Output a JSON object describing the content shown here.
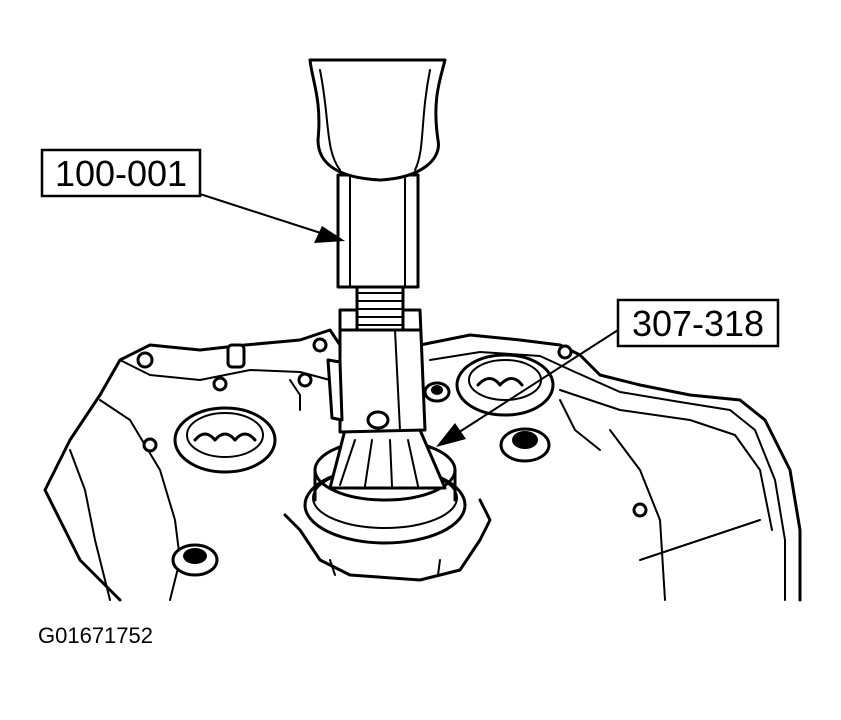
{
  "callouts": [
    {
      "label": "100-001"
    },
    {
      "label": "307-318"
    }
  ],
  "caption": "G01671752",
  "colors": {
    "ink": "#000000",
    "paper": "#ffffff"
  }
}
